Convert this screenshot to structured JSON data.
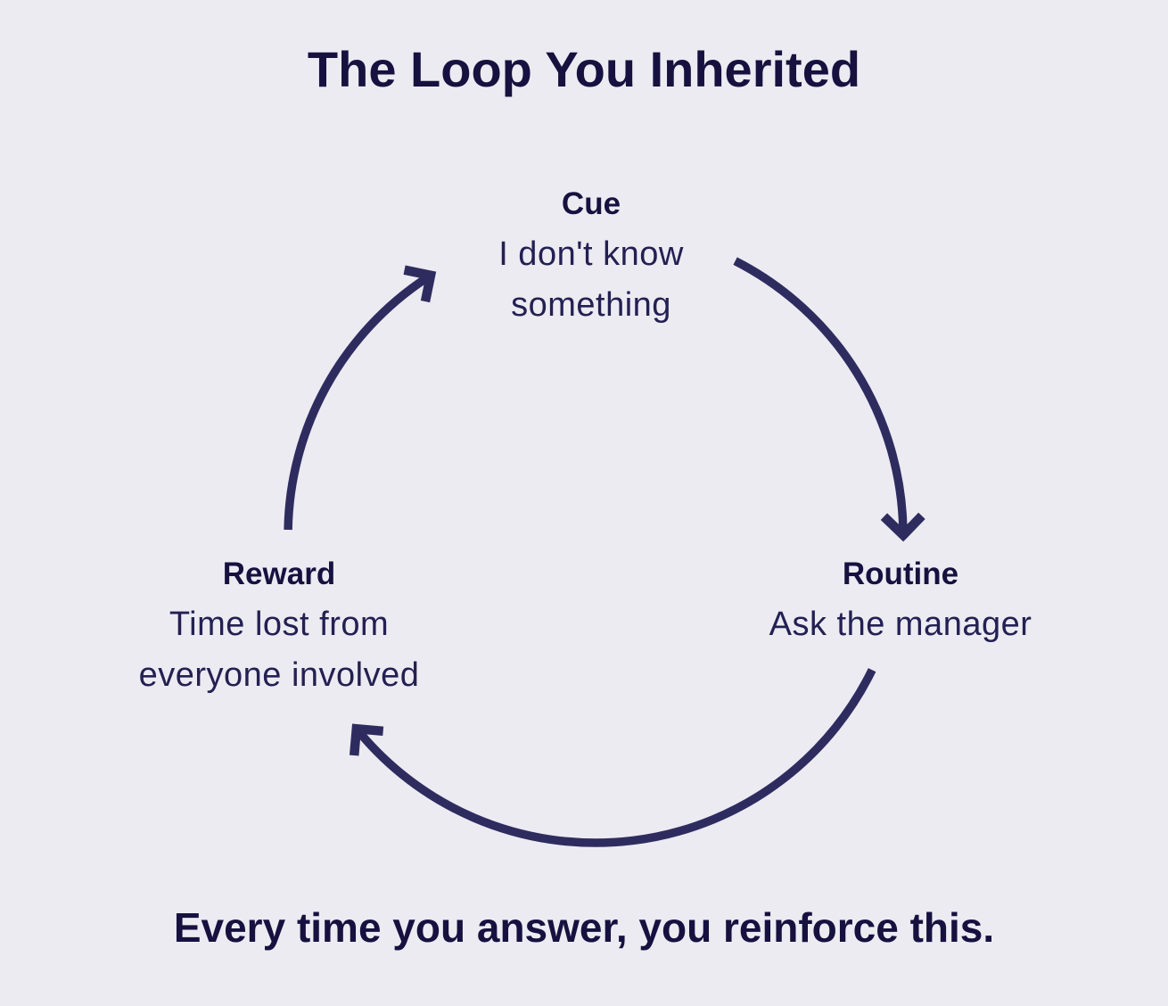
{
  "title": "The Loop You Inherited",
  "footer": "Every time you answer, you reinforce this.",
  "diagram": {
    "type": "cycle",
    "direction": "clockwise",
    "nodes": [
      {
        "id": "cue",
        "position": "top",
        "label": "Cue",
        "lines": [
          "I don't know",
          "something"
        ]
      },
      {
        "id": "routine",
        "position": "bottom-right",
        "label": "Routine",
        "lines": [
          "Ask the manager"
        ]
      },
      {
        "id": "reward",
        "position": "bottom-left",
        "label": "Reward",
        "lines": [
          "Time lost from",
          "everyone involved"
        ]
      }
    ],
    "edges": [
      {
        "from": "Cue",
        "to": "Routine"
      },
      {
        "from": "Routine",
        "to": "Reward"
      },
      {
        "from": "Reward",
        "to": "Cue"
      }
    ]
  },
  "colors": {
    "background": "#ECEBF2",
    "heading": "#16113F",
    "body": "#232052",
    "arrow": "#2E2C5F"
  }
}
